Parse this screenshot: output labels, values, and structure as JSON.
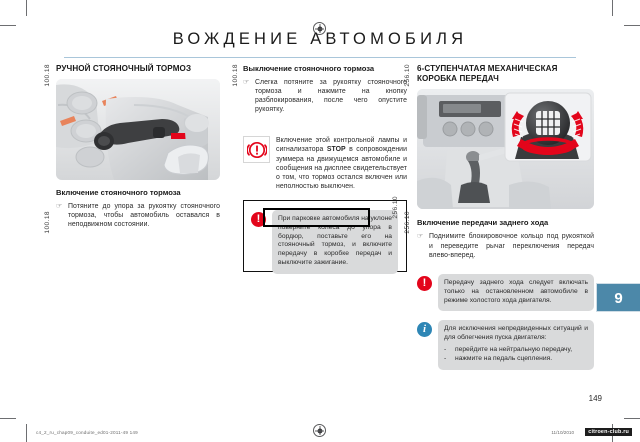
{
  "document": {
    "chapter_title": "ВОЖДЕНИЕ АВТОМОБИЛЯ",
    "page_number": "149",
    "chapter_tab": "9",
    "footer_file": "c4_2_ru_chap09_conduite_ed01-2011-49   149",
    "footer_date": "11/10/2010",
    "watermark": "citroen-club.ru",
    "accent_rule_color": "#a9c6da",
    "tab_color": "#4c88a9",
    "warning_red": "#e3051b",
    "info_blue": "#2e86b5"
  },
  "left_column": {
    "ref_top": "100.18",
    "ref_bottom": "100.18",
    "heading": "РУЧНОЙ СТОЯНОЧНЫЙ ТОРМОЗ",
    "photo_name": "handbrake-lever-photo",
    "subheading": "Включение стояночного тормоза",
    "bullet_marker": "☞",
    "bullet_text": "Потяните до упора за рукоятку стояночного тормоза, чтобы автомобиль оставался в неподвижном состоянии."
  },
  "middle_column": {
    "ref_top": "100.18",
    "subheading": "Выключение стояночного тормоза",
    "bullet_marker": "☞",
    "bullet_text": "Слегка потяните за рукоятку стояночного тормоза и нажмите на кнопку разблокирования, после чего опустите рукоятку.",
    "lamp_icon_name": "brake-warning-lamp-icon",
    "warning_text_part1": "Включение этой контрольной лампы и сигнализатора ",
    "warning_text_stop": "STOP",
    "warning_text_part2": " в сопровождении зуммера на движущемся автомобиле и сообщения на дисплее свидетельствует о том, что тормоз остался включен или неполностью выключен.",
    "caution": {
      "icon_name": "exclamation-red-icon",
      "icon_glyph": "!",
      "text": "При парковке автомобиля на уклоне поверните колеса до упора в бордюр, поставьте его на стояночный тормоз, и включите передачу в коробке передач и выключите зажигание.",
      "highlighted_lines": [
        "и включите передачу в коробке пере-",
        "дач и выключите зажигание."
      ]
    }
  },
  "right_column": {
    "ref_top": "256.10",
    "ref_mid": "256.10",
    "ref_caution": "256.10",
    "heading_line1": "6-СТУПЕНЧАТАЯ МЕХАНИЧЕСКАЯ",
    "heading_line2": "КОРОБКА ПЕРЕДАЧ",
    "photo_name": "gear-lever-photo",
    "subheading": "Включение передачи заднего хода",
    "bullet_marker": "☞",
    "bullet_text": "Поднимите блокировочное кольцо под рукояткой и переведите рычаг переключения передач влево-вперед.",
    "warning": {
      "icon_name": "exclamation-red-icon",
      "icon_glyph": "!",
      "text": "Передачу заднего хода следует включать только на остановленном автомобиле в режиме холостого хода двигателя."
    },
    "info": {
      "icon_name": "information-blue-icon",
      "icon_glyph": "i",
      "text": "Для исключения непредвиденных ситуаций и для облегчения пуска двигателя:",
      "items": [
        "перейдите на нейтральную передачу,",
        "нажмите на педаль сцепления."
      ],
      "dash": "-"
    }
  }
}
